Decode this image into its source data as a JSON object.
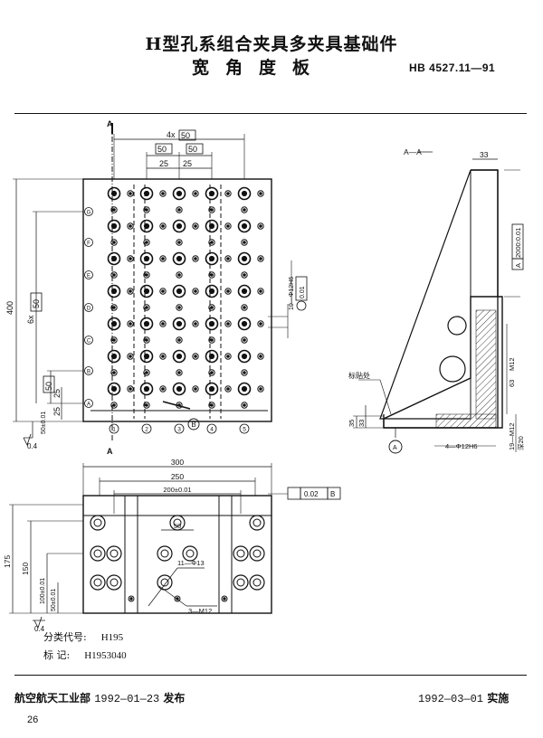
{
  "header": {
    "title_line1": "H型孔系组合夹具多夹具基础件",
    "title_line2": "宽角度板",
    "standard_no": "HB 4527.11—91"
  },
  "drawing": {
    "front_view": {
      "section_label_top": "A",
      "section_label_bottom": "A",
      "dim_top_total": "4x",
      "dim_top_total_box": "50",
      "dim_top_box_left": "50",
      "dim_top_box_right": "50",
      "dim_25_left": "25",
      "dim_25_right": "25",
      "dim_height_total": "400",
      "dim_height_pitch": "6x",
      "dim_height_pitch_box": "50",
      "dim_left_box": "50",
      "dim_left_25a": "25",
      "dim_left_25b": "25",
      "dim_left_bottom": "50±0.01",
      "roughness": "0.4",
      "row_labels": [
        "G",
        "F",
        "E",
        "D",
        "C",
        "B",
        "A"
      ],
      "col_labels": [
        "1",
        "2",
        "3",
        "4",
        "5"
      ],
      "datum_b": "B",
      "hole_callout": "10—Φ12H6",
      "hole_tol": "0.01"
    },
    "side_view": {
      "section_title": "A—A",
      "dim_top": "33",
      "flatness_box": "2000:0.01",
      "flatness_ref": "A",
      "dim_63": "63",
      "thread_m12": "M12",
      "label_marking": "标贴处",
      "dim_35": "35",
      "dim_33b": "33",
      "datum_a": "A",
      "hole_4": "4—Φ12H6",
      "thread_19": "19—M12",
      "thread_19_note": "深20"
    },
    "plan_view": {
      "dim_300": "300",
      "dim_250": "250",
      "dim_200": "200±0.01",
      "dim_50": "50",
      "dim_175": "175",
      "dim_150": "150",
      "dim_100": "100±0.01",
      "dim_50b": "50±0.01",
      "tol_value": "0.02",
      "tol_ref": "B",
      "hole_callout": "11—Φ13",
      "thread_callout": "3—M12",
      "roughness": "0.4"
    }
  },
  "meta": {
    "class_code_label": "分类代号:",
    "class_code_value": "H195",
    "mark_label": "标    记:",
    "mark_value": "H1953040"
  },
  "footer": {
    "issuer": "航空航天工业部",
    "issue_date": "1992—01—23",
    "issue_word": "发布",
    "impl_date": "1992—03—01",
    "impl_word": "实施",
    "page": "26"
  }
}
